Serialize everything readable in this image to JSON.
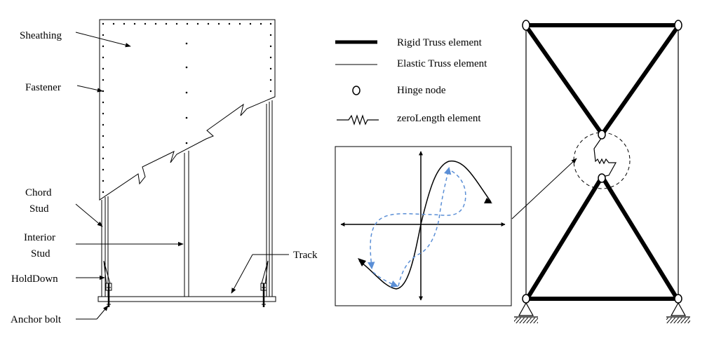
{
  "wall_labels": {
    "sheathing": "Sheathing",
    "fastener": "Fastener",
    "chord_1": "Chord",
    "chord_2": "Stud",
    "interior_1": "Interior",
    "interior_2": "Stud",
    "holddown": "HoldDown",
    "anchor": "Anchor bolt",
    "track": "Track"
  },
  "legend": {
    "rigid": "Rigid Truss element",
    "elastic": "Elastic Truss element",
    "hinge": "Hinge node",
    "zerolength": "zeroLength element"
  },
  "colors": {
    "line": "#000000",
    "hysteresis_dashed": "#5b8fd6"
  }
}
